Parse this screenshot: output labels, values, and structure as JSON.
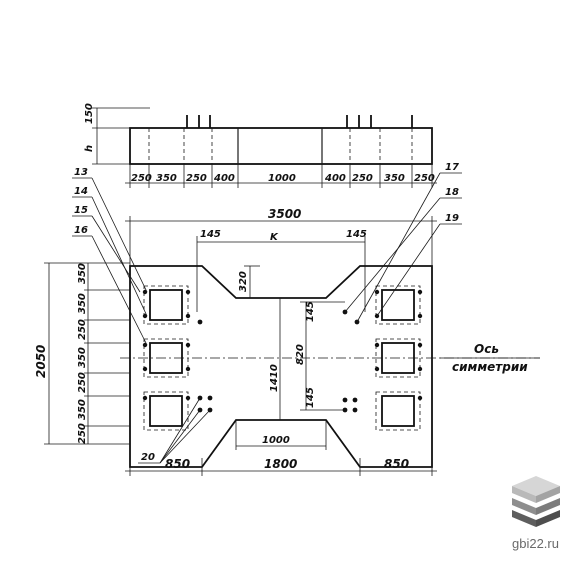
{
  "drawing": {
    "top_view": {
      "height_label": "h",
      "top_label": "150",
      "dims": [
        "250",
        "350",
        "250",
        "400",
        "1000",
        "400",
        "250",
        "350",
        "250"
      ]
    },
    "plan": {
      "overall_width": "3500",
      "k_label": "K",
      "offset_left": "145",
      "offset_right": "145",
      "notch_depth": "320",
      "height_total": "2050",
      "left_dims": [
        "350",
        "350",
        "250",
        "350",
        "250",
        "350",
        "250"
      ],
      "center_height": "1410",
      "center_mid": "820",
      "right_upper": "145",
      "right_lower": "145",
      "bottom_notch": "1000",
      "bottom_dims": [
        "850",
        "1800",
        "850"
      ],
      "axis_label_line1": "Ось",
      "axis_label_line2": "симметрии"
    },
    "callouts": {
      "left": [
        "13",
        "14",
        "15",
        "16"
      ],
      "right": [
        "17",
        "18",
        "19"
      ],
      "bottom": "20"
    }
  },
  "watermark": {
    "text": "gbi22.ru",
    "colors": [
      "#b9b9b9",
      "#8e8e8e",
      "#5e5e5e"
    ]
  }
}
